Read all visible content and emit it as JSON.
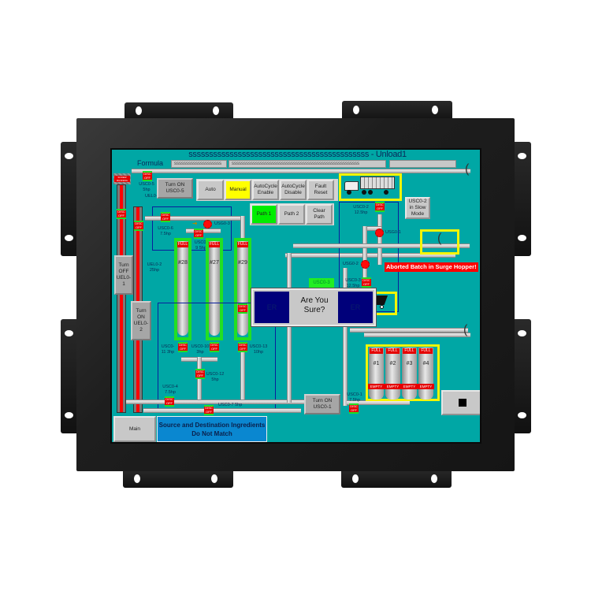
{
  "hmi": {
    "title": "ssssssssssssssssssssssssssssssssssssssssssss - Unload1",
    "formula_label": "Formula",
    "formula_field_1": "ssssssssssssssssssss",
    "formula_field_2": "ssssssssssssssssssssssssssssssssssssssssssssssssssssss",
    "formula_field_3": "",
    "colors": {
      "background": "#00a7a5",
      "alarm_red": "#e50000",
      "ok_green": "#22e022",
      "highlight_yellow": "#f5f500",
      "route_blue": "#0a1e9c",
      "message_blue": "#0a87d0"
    }
  },
  "buttons": {
    "turn_on_usc05": "Turn ON USC0-5",
    "auto": "Auto",
    "manual": "Manual",
    "autocycle_enable": "AutoCycle Enable",
    "autocycle_disable": "AutoCycle Disable",
    "fault_reset": "Fault Reset",
    "path1": "Path 1",
    "path2": "Path 2",
    "clear_path": "Clear Path",
    "turn_off_uel01": "Turn OFF UEL0-1",
    "turn_on_uel02": "Turn ON UEL0-2",
    "turn_on_usc01": "Turn ON USC0-1",
    "usc02_slow": "USC0-2 in Slow Mode",
    "main": "Main",
    "stop_icon_label": "■"
  },
  "dialog": {
    "message": "Are You Sure?",
    "left": "ER",
    "right": "ER"
  },
  "alarms": {
    "aborted": "Aborted Batch in Surge Hopper!",
    "mismatch": "Source and Destination Ingredients Do Not Match"
  },
  "labels": {
    "usc05": "USC0-5 5hp",
    "uel01": "UEL0-1 40hp",
    "usc06": "USC0-6 7.5hp",
    "usg03": "USG0-3",
    "usc09": "USC0-9 5hp",
    "uel02": "UEL0-2 25hp",
    "usc011": "USC0-11 3hp",
    "usc010": "USC0-10 3hp",
    "usc013": "USC0-13 10hp",
    "usc012": "USC0-12 5hp",
    "usc04": "USC0-4 7.5hp",
    "usc07": "USC0-7   5hp",
    "usc02": "USC0-2 12.5hp",
    "usg01": "USG0-1",
    "usg02": "USG0-2",
    "usc03_top": "USC0-3",
    "usc03": "USC0-3 12.5hp",
    "usc01": "USC0-1 7.5hp",
    "disc_off": "DISC OFF",
    "screw_running": "SCREW RUNNING"
  },
  "silos_left": [
    {
      "num": "#28",
      "status": "FULL"
    },
    {
      "num": "#27",
      "status": "FULL"
    },
    {
      "num": "#29",
      "status": "FULL"
    }
  ],
  "silos_right": [
    {
      "num": "#1",
      "top": "FULL",
      "bottom": "EMPTY"
    },
    {
      "num": "#2",
      "top": "FULL",
      "bottom": "EMPTY"
    },
    {
      "num": "#3",
      "top": "FULL",
      "bottom": "EMPTY"
    },
    {
      "num": "#4",
      "top": "FULL",
      "bottom": "EMPTY"
    }
  ]
}
